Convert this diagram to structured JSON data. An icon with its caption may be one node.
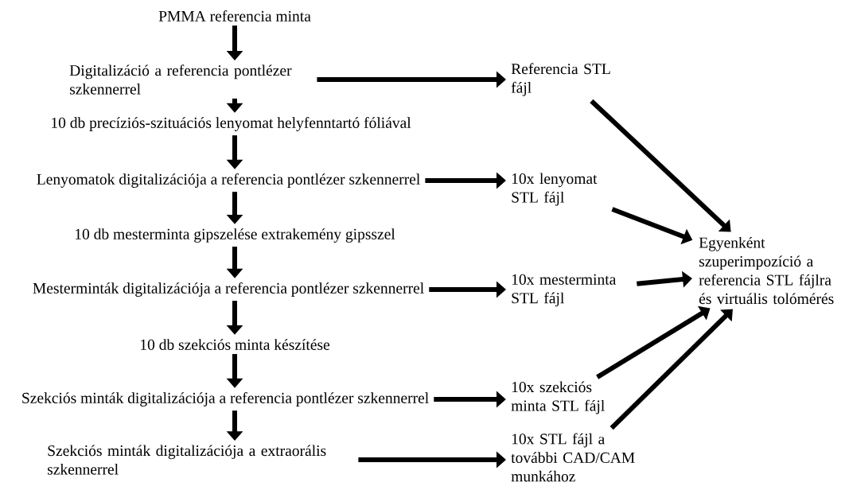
{
  "diagram": {
    "nodes": [
      {
        "text": [
          "PMMA referencia minta"
        ]
      },
      {
        "text": [
          "Digitalizáció a referencia pontlézer szkennerrel"
        ]
      },
      {
        "text": [
          "10 db precíziós-szituációs lenyomat helyfenntartó fóliával"
        ]
      },
      {
        "text": [
          "Lenyomatok digitalizációja a referencia pontlézer szkennerrel"
        ]
      },
      {
        "text": [
          "10 db mesterminta gipszelése extrakemény gipsszel"
        ]
      },
      {
        "text": [
          "Mesterminták digitalizációja a referencia pontlézer szkennerrel"
        ]
      },
      {
        "text": [
          "10 db szekciós minta készítése"
        ]
      },
      {
        "text": [
          "Szekciós minták digitalizációja a referencia pontlézer szkennerrel"
        ]
      },
      {
        "text": [
          "Szekciós minták digitalizációja a extraorális szkennerrel"
        ]
      },
      {
        "text": [
          "Referencia STL fájl"
        ]
      },
      {
        "text": [
          "10x lenyomat STL fájl"
        ]
      },
      {
        "text": [
          "10x mesterminta STL fájl"
        ]
      },
      {
        "text": [
          "10x szekciós minta STL fájl"
        ]
      },
      {
        "text": [
          "10x STL fájl a további CAD/CAM munkához"
        ]
      },
      {
        "text": [
          "Egyenként szuperimpozíció a referencia STL fájlra és virtuális tolómérés"
        ]
      }
    ],
    "edges": [
      {
        "from": 0,
        "to": 1,
        "arrow": "to"
      },
      {
        "from": 1,
        "to": 2,
        "arrow": "to"
      },
      {
        "from": 2,
        "to": 3,
        "arrow": "to"
      },
      {
        "from": 3,
        "to": 4,
        "arrow": "to"
      },
      {
        "from": 4,
        "to": 5,
        "arrow": "to"
      },
      {
        "from": 5,
        "to": 6,
        "arrow": "to"
      },
      {
        "from": 6,
        "to": 7,
        "arrow": "to"
      },
      {
        "from": 7,
        "to": 8,
        "arrow": "to"
      },
      {
        "from": 1,
        "to": 9,
        "arrow": "to"
      },
      {
        "from": 3,
        "to": 10,
        "arrow": "to"
      },
      {
        "from": 5,
        "to": 11,
        "arrow": "to"
      },
      {
        "from": 7,
        "to": 12,
        "arrow": "to"
      },
      {
        "from": 8,
        "to": 13,
        "arrow": "to"
      },
      {
        "from": 9,
        "to": 14,
        "arrow": "to"
      },
      {
        "from": 10,
        "to": 14,
        "arrow": "to"
      },
      {
        "from": 11,
        "to": 14,
        "arrow": "to"
      },
      {
        "from": 12,
        "to": 14,
        "arrow": "to"
      },
      {
        "from": 13,
        "to": 14,
        "arrow": "to"
      }
    ]
  }
}
